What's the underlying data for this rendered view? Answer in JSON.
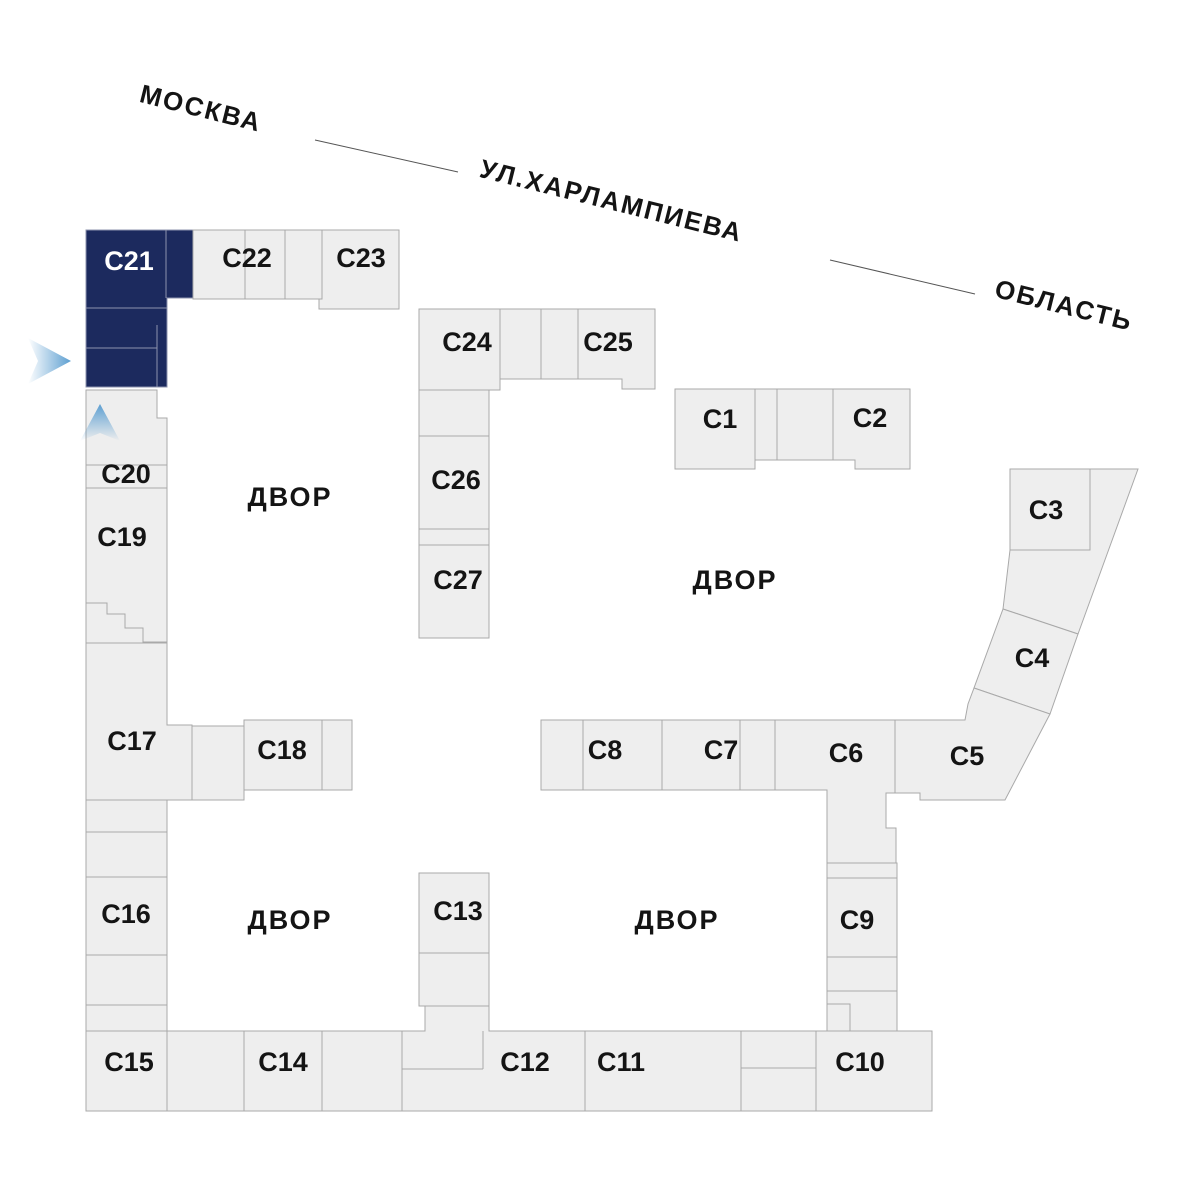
{
  "street": {
    "city": "МОСКВА",
    "name": "УЛ.ХАРЛАМПИЕВА",
    "region": "ОБЛАСТЬ"
  },
  "yards": [
    "ДВОР",
    "ДВОР",
    "ДВОР",
    "ДВОР"
  ],
  "sections": {
    "c1": "С1",
    "c2": "С2",
    "c3": "С3",
    "c4": "С4",
    "c5": "С5",
    "c6": "С6",
    "c7": "С7",
    "c8": "С8",
    "c9": "С9",
    "c10": "С10",
    "c11": "С11",
    "c12": "С12",
    "c13": "С13",
    "c14": "С14",
    "c15": "С15",
    "c16": "С16",
    "c17": "С17",
    "c18": "С18",
    "c19": "С19",
    "c20": "С20",
    "c21": "С21",
    "c22": "С22",
    "c23": "С23",
    "c24": "С24",
    "c25": "С25",
    "c26": "С26",
    "c27": "С27"
  },
  "selected_section": "С21",
  "colors": {
    "selected": "#1c2a5e",
    "building": "#eeeeee",
    "outline": "#a9a9a9",
    "entrance_marker": "#5d9fd1"
  },
  "icons": {
    "entrance_west": "entrance-arrow-right-icon",
    "entrance_south": "entrance-arrow-up-icon"
  }
}
